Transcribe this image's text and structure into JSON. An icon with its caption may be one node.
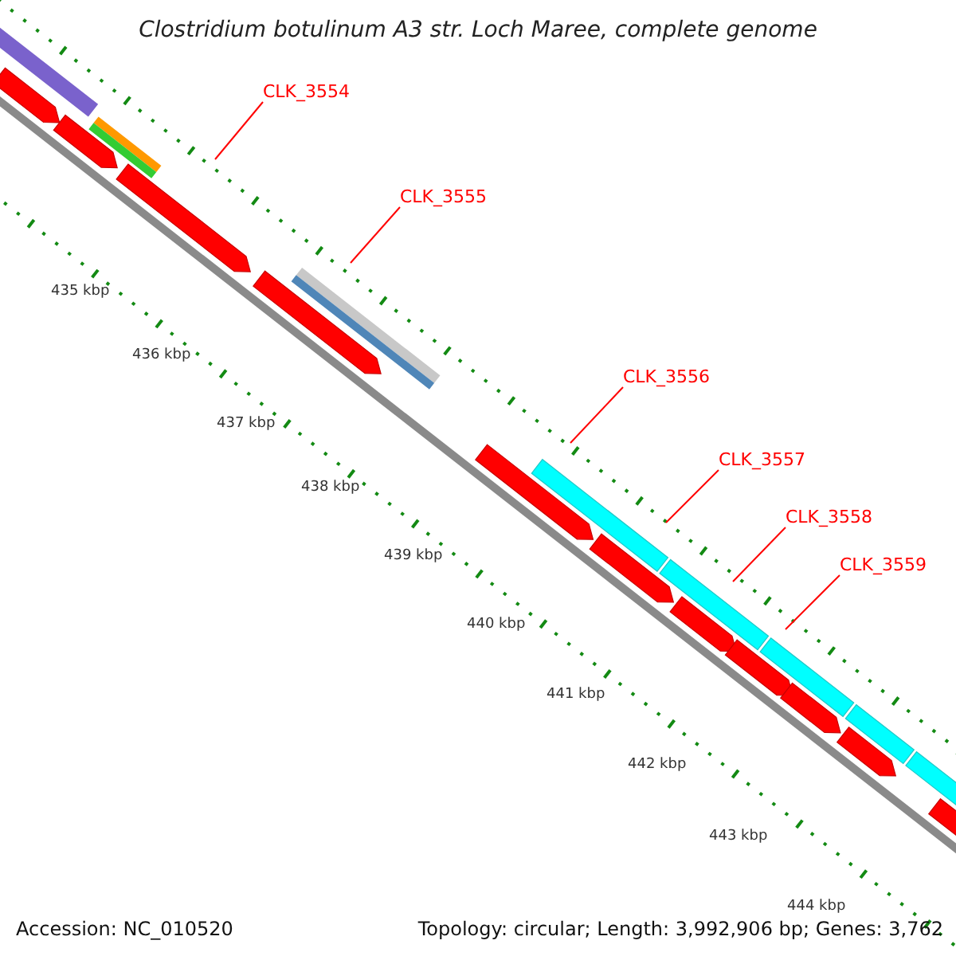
{
  "diagram": {
    "title": "Clostridium botulinum A3 str. Loch Maree, complete genome",
    "nodes": [
      {
        "text": [
          "CLK_3554"
        ]
      },
      {
        "text": [
          "CLK_3555"
        ]
      },
      {
        "text": [
          "CLK_3556"
        ]
      },
      {
        "text": [
          "CLK_3557"
        ]
      },
      {
        "text": [
          "CLK_3558"
        ]
      },
      {
        "text": [
          "CLK_3559"
        ]
      }
    ],
    "edges": [
      {
        "from": 0,
        "to": null,
        "arrow": "none"
      },
      {
        "from": 1,
        "to": null,
        "arrow": "none"
      },
      {
        "from": 2,
        "to": null,
        "arrow": "none"
      },
      {
        "from": 3,
        "to": null,
        "arrow": "none"
      },
      {
        "from": 4,
        "to": null,
        "arrow": "none"
      },
      {
        "from": 5,
        "to": null,
        "arrow": "none"
      }
    ],
    "labels": [
      "435 kbp",
      "436 kbp",
      "437 kbp",
      "438 kbp",
      "439 kbp",
      "440 kbp",
      "441 kbp",
      "442 kbp",
      "443 kbp",
      "444 kbp",
      "Accession: NC_010520",
      "Topology: circular; Length: 3,992,906 bp; Genes: 3,762"
    ]
  }
}
